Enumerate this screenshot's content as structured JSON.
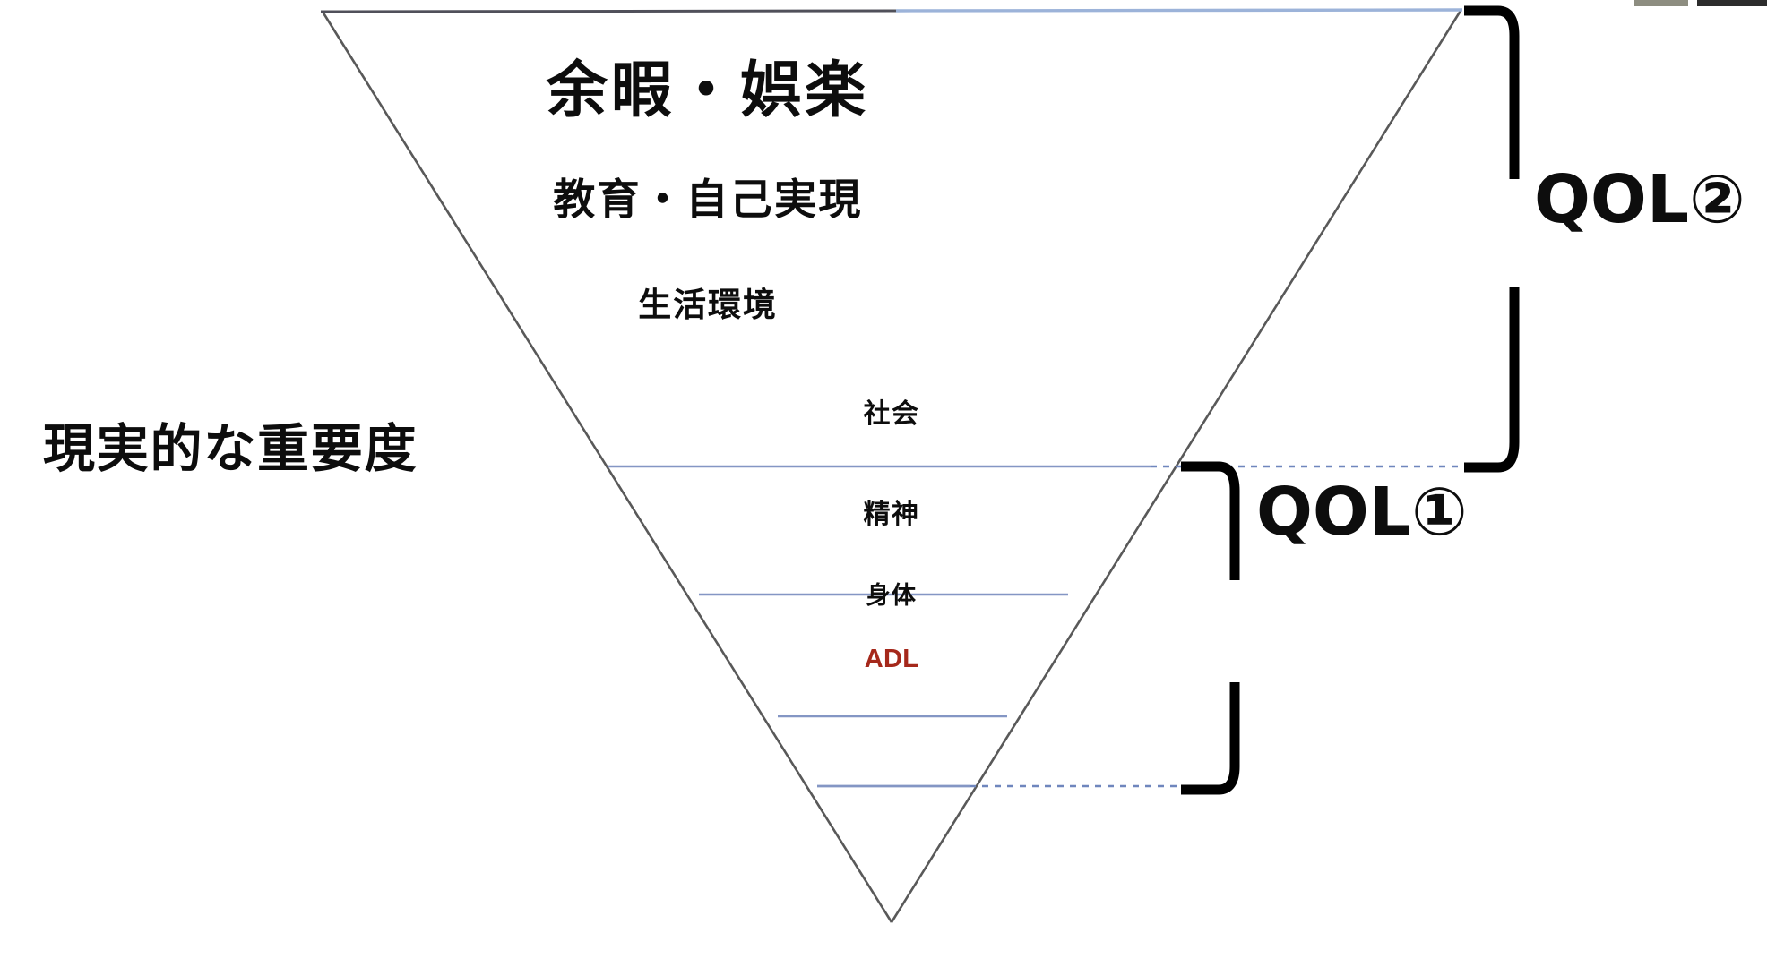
{
  "diagram": {
    "title": "QOL inverted triangle hierarchy",
    "left_caption": "現実的な重要度",
    "tiers": [
      {
        "id": "leisure",
        "label": "余暇・娯楽",
        "group": "QOL2"
      },
      {
        "id": "education",
        "label": "教育・自己実現",
        "group": "QOL2"
      },
      {
        "id": "living",
        "label": "生活環境",
        "group": "QOL2"
      },
      {
        "id": "society",
        "label": "社会",
        "group": "QOL1"
      },
      {
        "id": "mental",
        "label": "精神",
        "group": "QOL1"
      },
      {
        "id": "physical",
        "label": "身体",
        "group": "QOL1"
      },
      {
        "id": "adl",
        "label": "ADL",
        "group": "base"
      }
    ],
    "brackets": [
      {
        "id": "qol2",
        "label": "QOL②",
        "covers": [
          "leisure",
          "education",
          "living"
        ]
      },
      {
        "id": "qol1",
        "label": "QOL①",
        "covers": [
          "society",
          "mental",
          "physical"
        ]
      }
    ],
    "colors": {
      "triangle_outline": "#595959",
      "top_edge_blue": "#9cb3d9",
      "divider_blue": "#8496c4",
      "adl_red": "#a5281b",
      "bracket_black": "#000000",
      "background": "#ffffff"
    }
  }
}
